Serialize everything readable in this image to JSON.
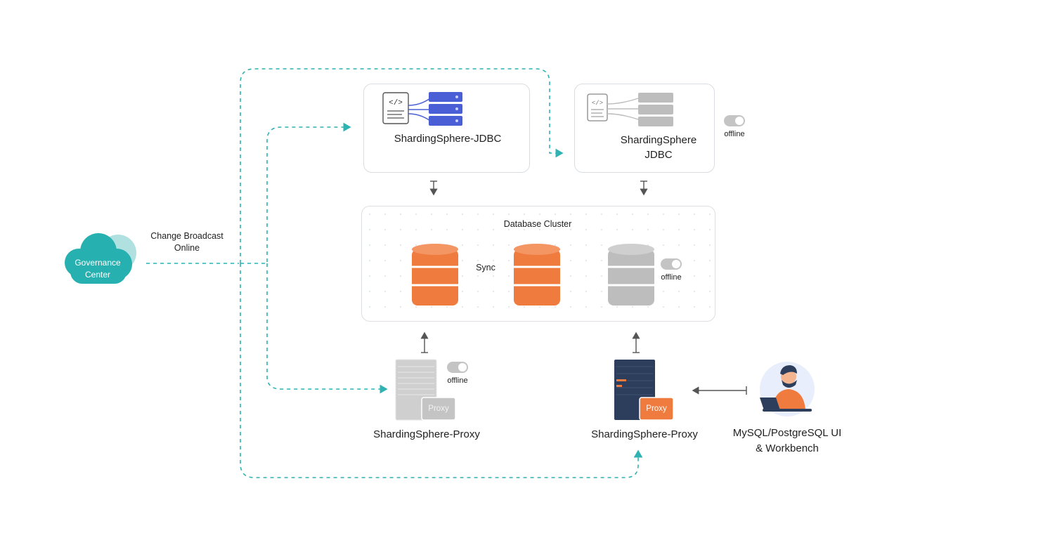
{
  "governance": {
    "line1": "Governance",
    "line2": "Center"
  },
  "broadcast": {
    "line1": "Change Broadcast",
    "line2": "Online"
  },
  "jdbc_online": {
    "label": "ShardingSphere-JDBC"
  },
  "jdbc_offline": {
    "line1": "ShardingSphere",
    "line2": "JDBC",
    "status": "offline"
  },
  "cluster": {
    "title": "Database Cluster",
    "sync": "Sync",
    "status": "offline"
  },
  "proxy_offline": {
    "label": "ShardingSphere-Proxy",
    "badge": "Proxy",
    "status": "offline"
  },
  "proxy_online": {
    "label": "ShardingSphere-Proxy",
    "badge": "Proxy"
  },
  "client": {
    "line1": "MySQL/PostgreSQL UI",
    "line2": "& Workbench"
  },
  "colors": {
    "teal": "#2fb2b2",
    "orange": "#f07b3f",
    "blue": "#4a5fd6",
    "gray": "#bdbdbd",
    "navy": "#2c3e5c"
  }
}
